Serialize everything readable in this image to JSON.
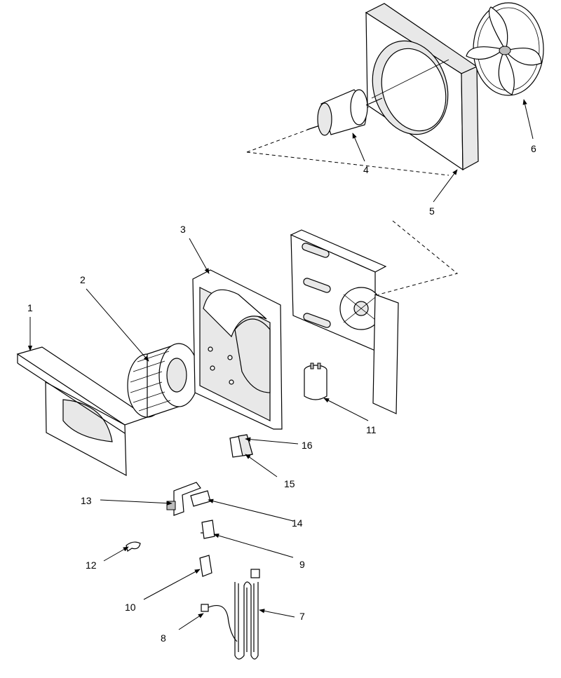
{
  "callouts": [
    {
      "id": "1",
      "label": "1"
    },
    {
      "id": "2",
      "label": "2"
    },
    {
      "id": "3",
      "label": "3"
    },
    {
      "id": "4",
      "label": "4"
    },
    {
      "id": "5",
      "label": "5"
    },
    {
      "id": "6",
      "label": "6"
    },
    {
      "id": "7",
      "label": "7"
    },
    {
      "id": "8",
      "label": "8"
    },
    {
      "id": "9",
      "label": "9"
    },
    {
      "id": "10",
      "label": "10"
    },
    {
      "id": "11",
      "label": "11"
    },
    {
      "id": "12",
      "label": "12"
    },
    {
      "id": "13",
      "label": "13"
    },
    {
      "id": "14",
      "label": "14"
    },
    {
      "id": "15",
      "label": "15"
    },
    {
      "id": "16",
      "label": "16"
    }
  ],
  "colors": {
    "line": "#000000",
    "background": "#ffffff",
    "shade": "#e8e8e8"
  }
}
